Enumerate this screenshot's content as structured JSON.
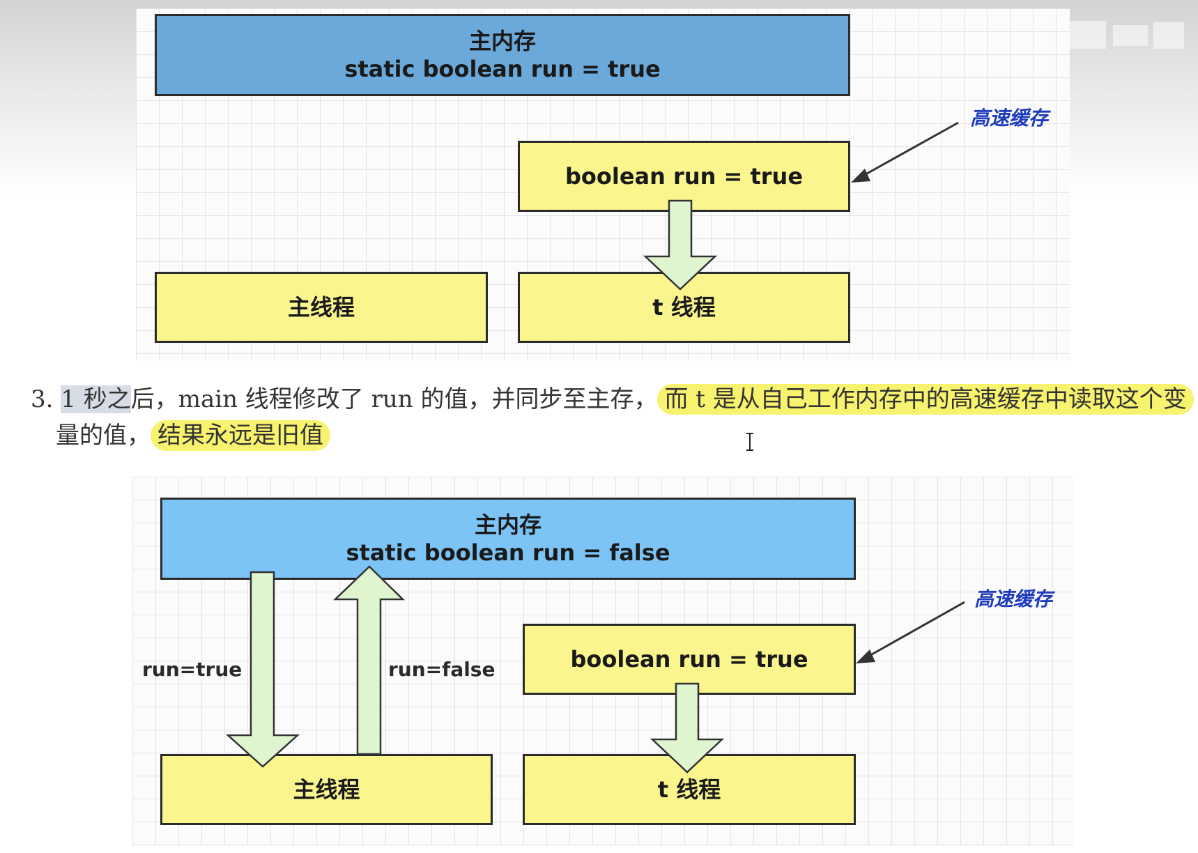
{
  "diagram1": {
    "main_memory_title": "主内存",
    "main_memory_code": "static boolean run = true",
    "cache_label": "高速缓存",
    "cache_box": "boolean run = true",
    "main_thread": "主线程",
    "t_thread": "t 线程"
  },
  "paragraph": {
    "number": "3.",
    "seg_selected": "1 秒之",
    "seg_plain": "后，main 线程修改了 run 的值，并同步至主存，",
    "seg_hl1": "而 t 是从自己工作内存中的高速缓存中读取这个变",
    "line2_plain": "量的值，",
    "line2_hl": "结果永远是旧值"
  },
  "diagram2": {
    "main_memory_title": "主内存",
    "main_memory_code": "static boolean run = false",
    "cache_label": "高速缓存",
    "cache_box": "boolean run = true",
    "main_thread": "主线程",
    "t_thread": "t 线程",
    "arrow_down_label": "run=true",
    "arrow_up_label": "run=false"
  },
  "colors": {
    "memory_blue_1": "#6aa9d9",
    "memory_blue_2": "#7cc3f6",
    "box_yellow": "#fbf58e",
    "arrow_green": "#dff5cf",
    "cache_label_blue": "#1e3bbf",
    "highlight_yellow": "#f8f36e"
  }
}
